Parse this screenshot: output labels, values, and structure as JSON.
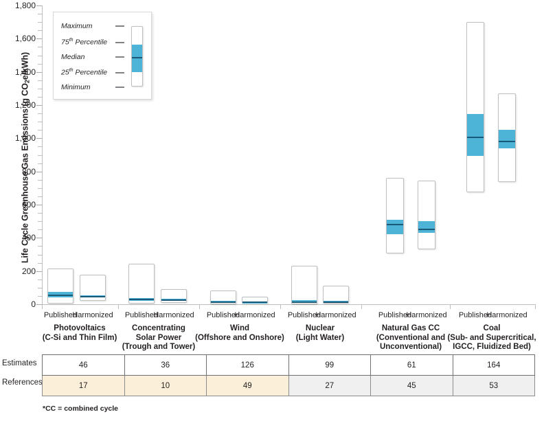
{
  "chart_data": {
    "type": "box",
    "title": "",
    "ylabel": "Life Cycle Greenhouse Gas Emissions (g CO2e/kWh)",
    "xlabel": "",
    "ylim": [
      0,
      1800
    ],
    "ytick_values": [
      0,
      200,
      400,
      600,
      800,
      1000,
      1200,
      1400,
      1600,
      1800
    ],
    "ytick_labels": [
      "0",
      "200",
      "400",
      "600",
      "800",
      "1,000",
      "1,200",
      "1,400",
      "1,600",
      "1,800"
    ],
    "grid": false,
    "legend_position": "top-left",
    "subcategories": [
      "Published",
      "Harmonized"
    ],
    "categories": [
      "Photovoltaics (C-Si and Thin Film)",
      "Concentrating Solar Power (Trough and Tower)",
      "Wind (Offshore and Onshore)",
      "Nuclear (Light Water)",
      "Natural Gas CC (Conventional and Unconventional)",
      "Coal (Sub- and Supercritical, IGCC, Fluidized Bed)"
    ],
    "boxes": [
      {
        "category": "Photovoltaics",
        "variant": "Published",
        "min": 5,
        "q1": 42,
        "median": 53,
        "q3": 73,
        "max": 217
      },
      {
        "category": "Photovoltaics",
        "variant": "Harmonized",
        "min": 20,
        "q1": 39,
        "median": 45,
        "q3": 52,
        "max": 180
      },
      {
        "category": "Concentrating Solar Power",
        "variant": "Published",
        "min": 6,
        "q1": 18,
        "median": 26,
        "q3": 38,
        "max": 245
      },
      {
        "category": "Concentrating Solar Power",
        "variant": "Harmonized",
        "min": 7,
        "q1": 18,
        "median": 22,
        "q3": 32,
        "max": 89
      },
      {
        "category": "Wind",
        "variant": "Published",
        "min": 2,
        "q1": 8,
        "median": 12,
        "q3": 20,
        "max": 81
      },
      {
        "category": "Wind",
        "variant": "Harmonized",
        "min": 4,
        "q1": 8,
        "median": 11,
        "q3": 16,
        "max": 45
      },
      {
        "category": "Nuclear",
        "variant": "Published",
        "min": 1,
        "q1": 8,
        "median": 13,
        "q3": 22,
        "max": 232
      },
      {
        "category": "Nuclear",
        "variant": "Harmonized",
        "min": 4,
        "q1": 9,
        "median": 12,
        "q3": 20,
        "max": 110
      },
      {
        "category": "Natural Gas CC",
        "variant": "Published",
        "min": 307,
        "q1": 422,
        "median": 478,
        "q3": 507,
        "max": 760
      },
      {
        "category": "Natural Gas CC",
        "variant": "Harmonized",
        "min": 332,
        "q1": 430,
        "median": 450,
        "q3": 500,
        "max": 745
      },
      {
        "category": "Coal",
        "variant": "Published",
        "min": 675,
        "q1": 893,
        "median": 1004,
        "q3": 1143,
        "max": 1700
      },
      {
        "category": "Coal",
        "variant": "Harmonized",
        "min": 735,
        "q1": 937,
        "median": 980,
        "q3": 1050,
        "max": 1270
      }
    ],
    "counts": {
      "row_labels": [
        "Estimates",
        "References"
      ],
      "estimates": [
        46,
        36,
        126,
        99,
        61,
        164
      ],
      "references": [
        17,
        10,
        49,
        27,
        45,
        53
      ]
    }
  },
  "axis": {
    "y_title_pre": "Life Cycle Greenhouse Gas Emissions (g CO",
    "y_title_sub": "2",
    "y_title_post": "e/kWh)",
    "ticks": [
      "1,800",
      "1,600",
      "1,400",
      "1,200",
      "1,000",
      "800",
      "600",
      "400",
      "200",
      "0"
    ]
  },
  "legend": {
    "items": [
      {
        "label": "Maximum"
      },
      {
        "label_pre": "75",
        "label_sup": "th",
        "label_post": " Percentile"
      },
      {
        "label": "Median"
      },
      {
        "label_pre": "25",
        "label_sup": "th",
        "label_post": " Percentile"
      },
      {
        "label": "Minimum"
      }
    ],
    "maximum": "Maximum",
    "p75_pre": "75",
    "p75_sup": "th",
    "p75_post": " Percentile",
    "median": "Median",
    "p25_pre": "25",
    "p25_sup": "th",
    "p25_post": " Percentile",
    "minimum": "Minimum"
  },
  "x_axis": {
    "subcat_published": "Published",
    "subcat_harmonized": "Harmonized",
    "groups": [
      {
        "line1": "Photovoltaics",
        "line2": "(C-Si and Thin Film)",
        "line3": ""
      },
      {
        "line1": "Concentrating",
        "line2": "Solar Power",
        "line3": "(Trough and Tower)"
      },
      {
        "line1": "Wind",
        "line2": "(Offshore and Onshore)",
        "line3": ""
      },
      {
        "line1": "Nuclear",
        "line2": "(Light Water)",
        "line3": ""
      },
      {
        "line1": "Natural Gas CC",
        "line2": "(Conventional and",
        "line3": "Unconventional)"
      },
      {
        "line1": "Coal",
        "line2": "(Sub- and Supercritical,",
        "line3": "IGCC, Fluidized Bed)"
      }
    ]
  },
  "table": {
    "row_estimates_label": "Estimates",
    "row_references_label": "References",
    "estimates": [
      "46",
      "36",
      "126",
      "99",
      "61",
      "164"
    ],
    "references": [
      "17",
      "10",
      "49",
      "27",
      "45",
      "53"
    ]
  },
  "footnote": "*CC = combined cycle",
  "colors": {
    "iqr_fill": "#4db4d8",
    "median_line": "#1a5a78",
    "bar_outline": "#bcbec0",
    "table_cream": "#fcefd9",
    "table_gray": "#f0f0f0",
    "text": "#231f20"
  }
}
